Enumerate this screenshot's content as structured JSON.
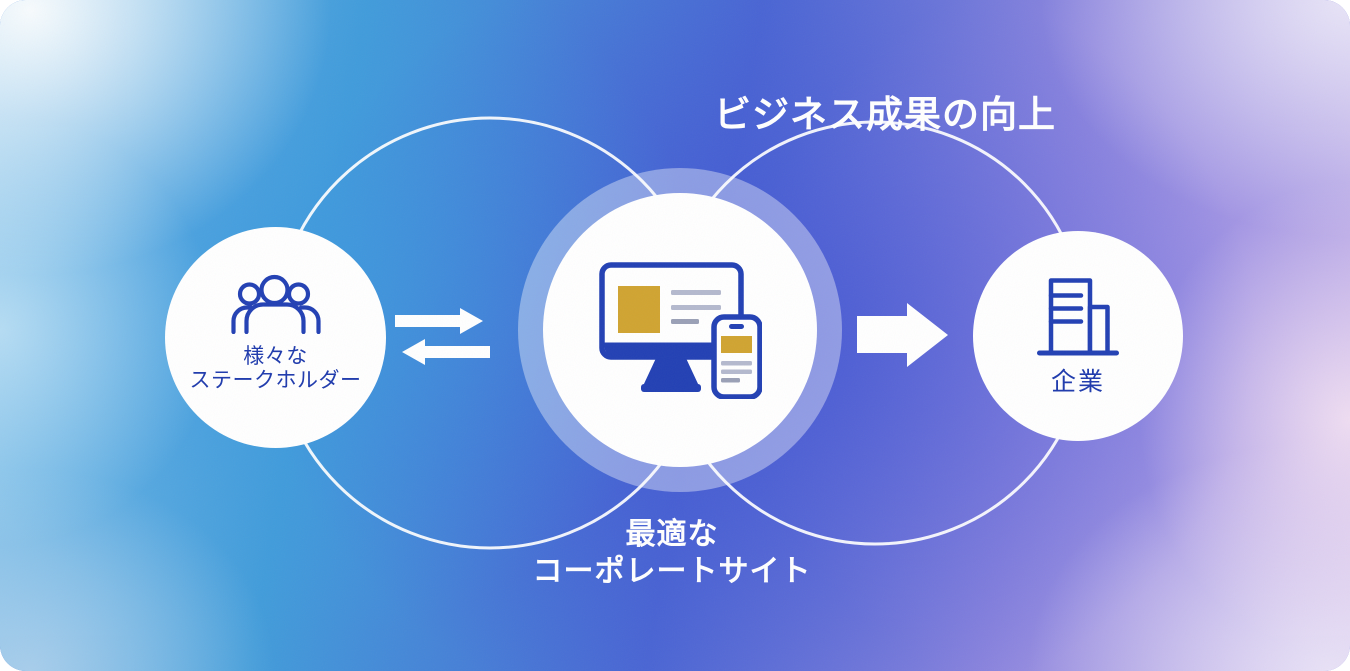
{
  "title": "ビジネス成果の向上",
  "nodes": {
    "stakeholders": {
      "line1": "様々な",
      "line2": "ステークホルダー"
    },
    "site": {
      "line1": "最適な",
      "line2": "コーポレートサイト"
    },
    "company": {
      "label": "企業"
    }
  },
  "arrows": {
    "stakeholders_site": "bidirectional",
    "site_company": "forward"
  },
  "colors": {
    "icon_blue": "#2240b4",
    "text_blue": "#1e3aad",
    "gold": "#d0a431",
    "line_gray": "#b4b9ce",
    "line_gray_dark": "#9aa0b6",
    "arrow_white": "#ffffff",
    "orbit_white": "#ffffff"
  }
}
